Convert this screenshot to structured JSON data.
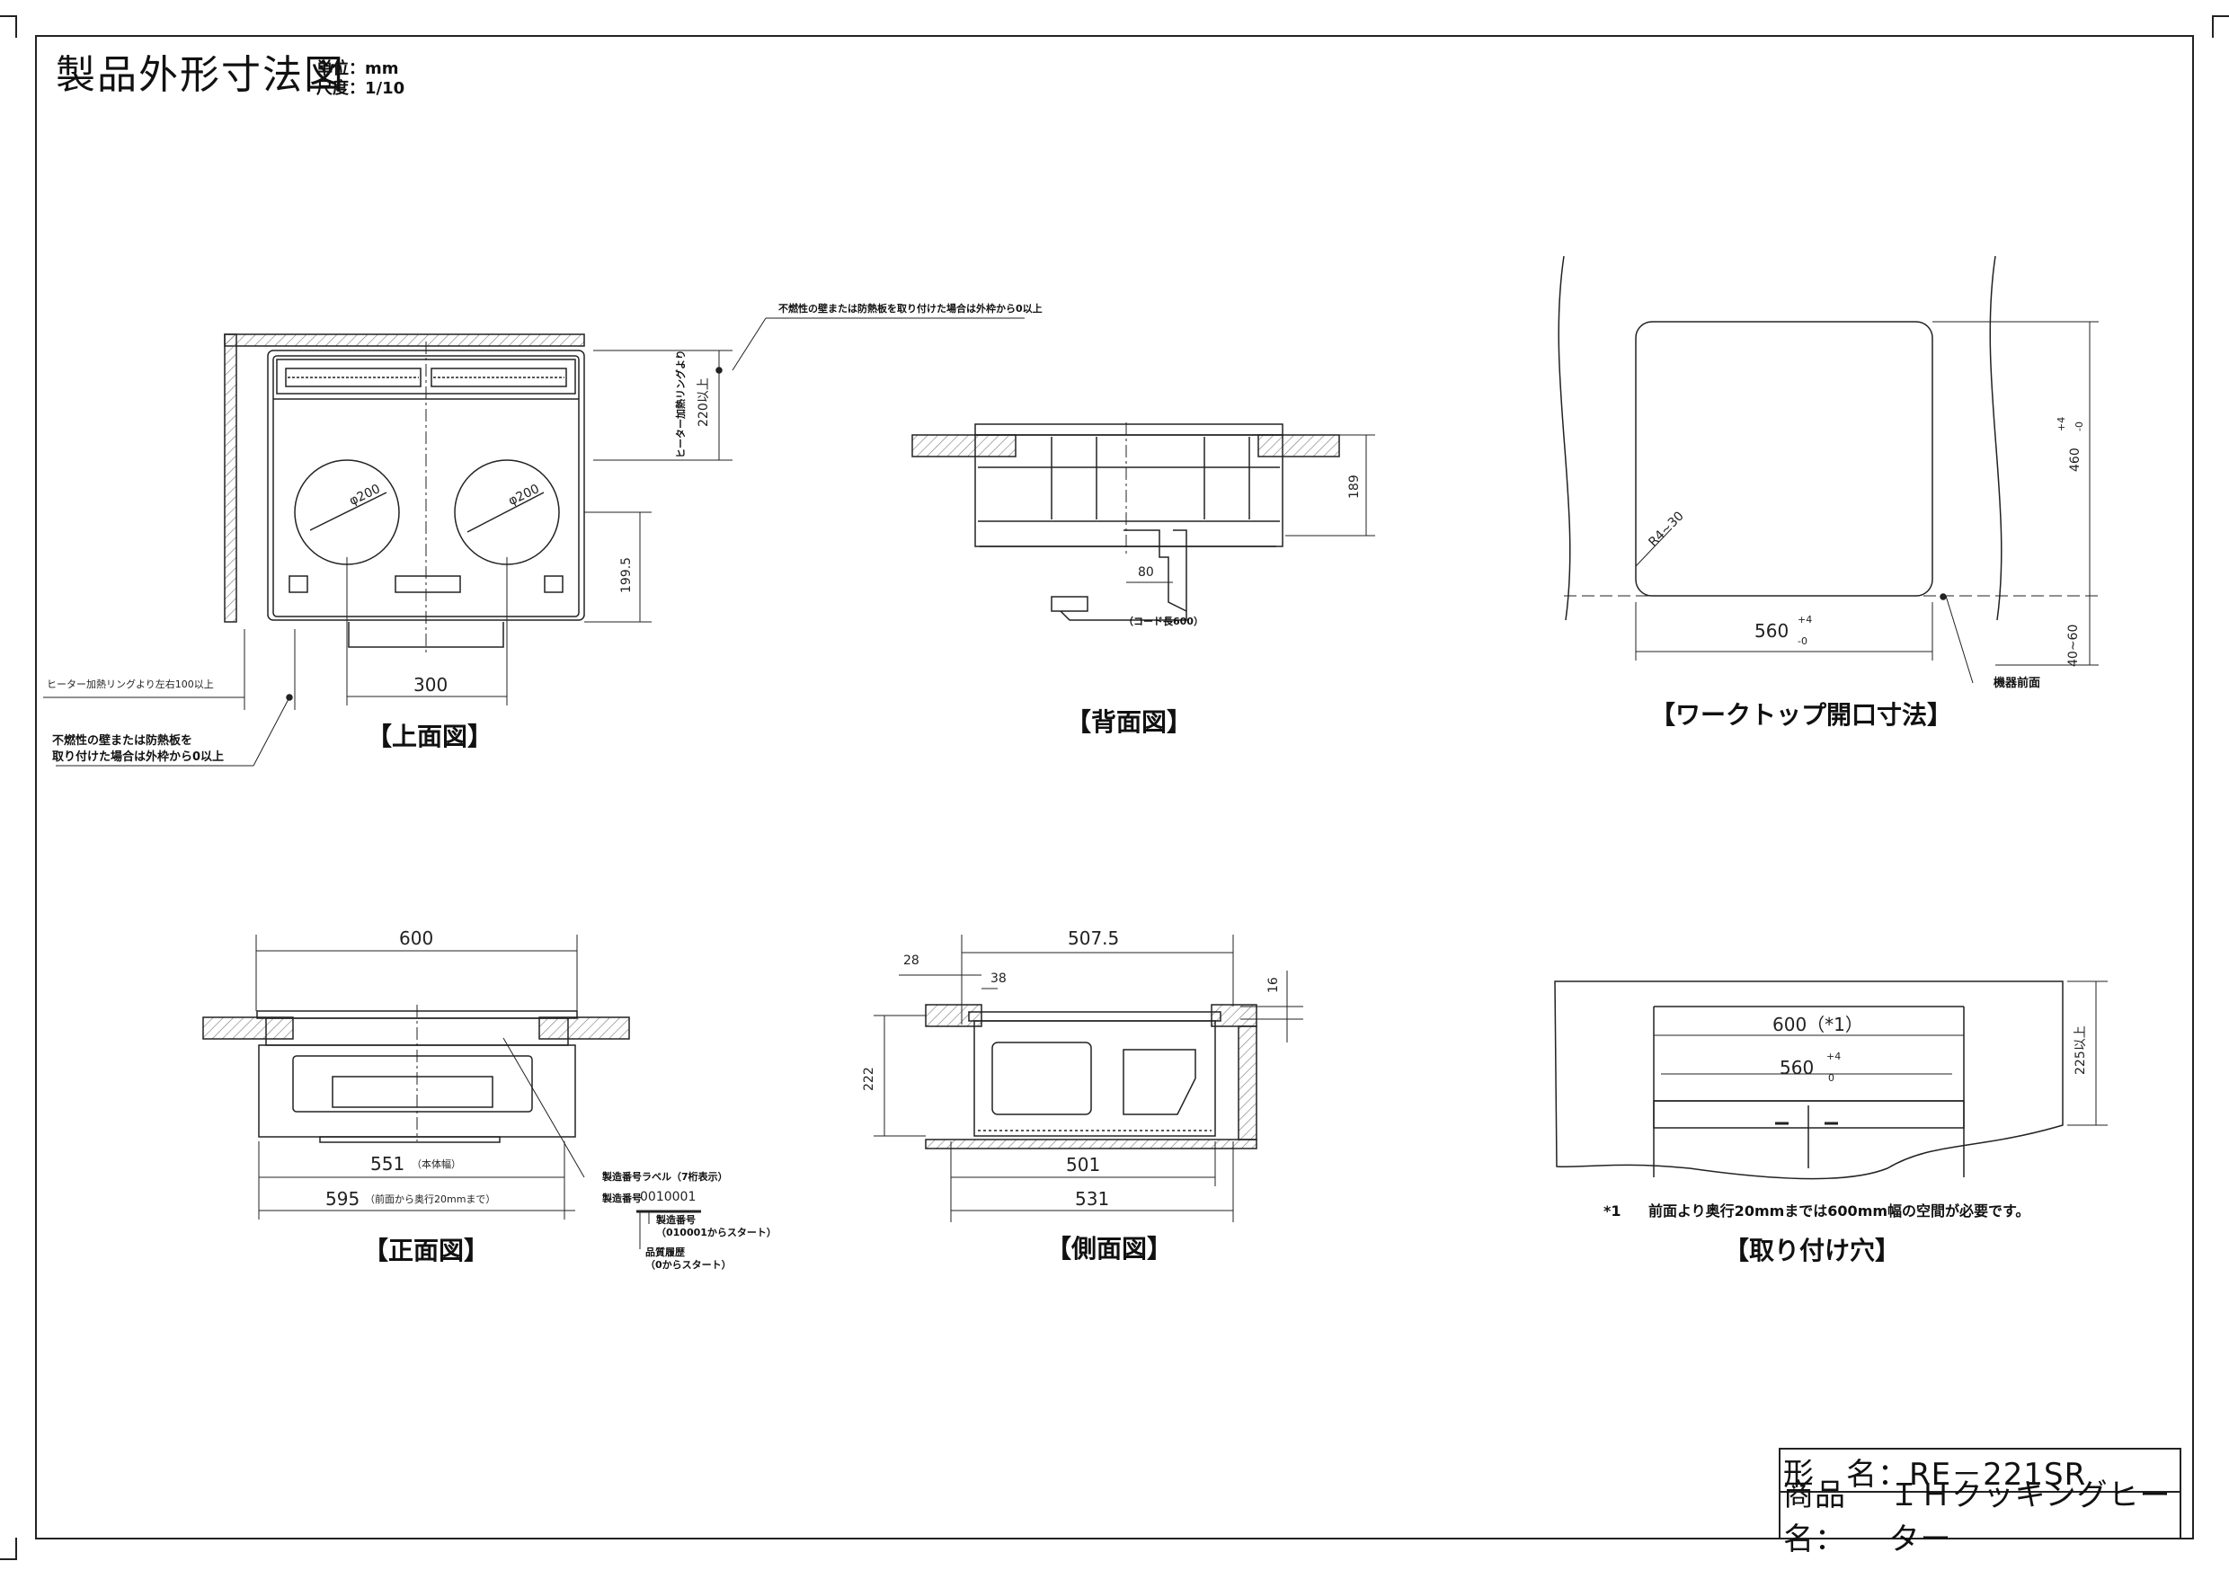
{
  "header": {
    "title": "製品外形寸法図",
    "unit": "単位：mm",
    "scale": "尺度：1/10"
  },
  "views": {
    "top": "【上面図】",
    "back": "【背面図】",
    "worktop": "【ワークトップ開口寸法】",
    "front": "【正面図】",
    "side": "【側面図】",
    "mounting": "【取り付け穴】"
  },
  "top_view": {
    "dim_220": "220以上",
    "ring_label": "ヒーター加熱リングより",
    "dia_left": "φ200",
    "dia_right": "φ200",
    "dim_199_5": "199.5",
    "dim_300": "300",
    "ring_100": "ヒーター加熱リングより左右100以上",
    "note_wall_1": "不燃性の壁または防熱板を",
    "note_wall_2": "取り付けた場合は外枠から0以上",
    "note_wall_top": "不燃性の壁または防熱板を取り付けた場合は外枠から0以上"
  },
  "back_view": {
    "dim_189": "189",
    "dim_80": "80",
    "cord": "（コード長600）"
  },
  "worktop": {
    "radius": "R4~30",
    "dim_460": "460",
    "dim_460_tol_plus": "+4",
    "dim_460_tol_minus": "-0",
    "dim_560": "560",
    "dim_560_tol_plus": "+4",
    "dim_560_tol_minus": "-0",
    "dim_40_60": "40~60",
    "front_label": "機器前面"
  },
  "front_view": {
    "dim_600": "600",
    "dim_551": "551",
    "dim_551_note": "（本体幅）",
    "dim_595": "595",
    "dim_595_note": "（前面から奥行20mmまで）",
    "serial_label": "製造番号ラベル（7桁表示）",
    "serial_prefix": "製造番号",
    "serial_value": "0010001",
    "serial_number": "製造番号",
    "serial_number_note": "（010001からスタート）",
    "quality_history": "品質履歴",
    "quality_history_note": "（0からスタート）"
  },
  "side_view": {
    "dim_507_5": "507.5",
    "dim_28": "28",
    "dim_38": "38",
    "dim_16": "16",
    "dim_222": "222",
    "dim_501": "501",
    "dim_531": "531"
  },
  "mounting": {
    "dim_600": "600（*1）",
    "dim_560": "560",
    "dim_560_tol_plus": "+4",
    "dim_560_tol_minus": "0",
    "dim_225": "225以上",
    "footnote_mark": "*1",
    "footnote": "前面より奥行20mmまでは600mm幅の空間が必要です。"
  },
  "title_block": {
    "model_label": "形　名：",
    "model_value": "RE－221SR",
    "product_label": "商品名：",
    "product_value": "ＩＨクッキングヒーター"
  }
}
